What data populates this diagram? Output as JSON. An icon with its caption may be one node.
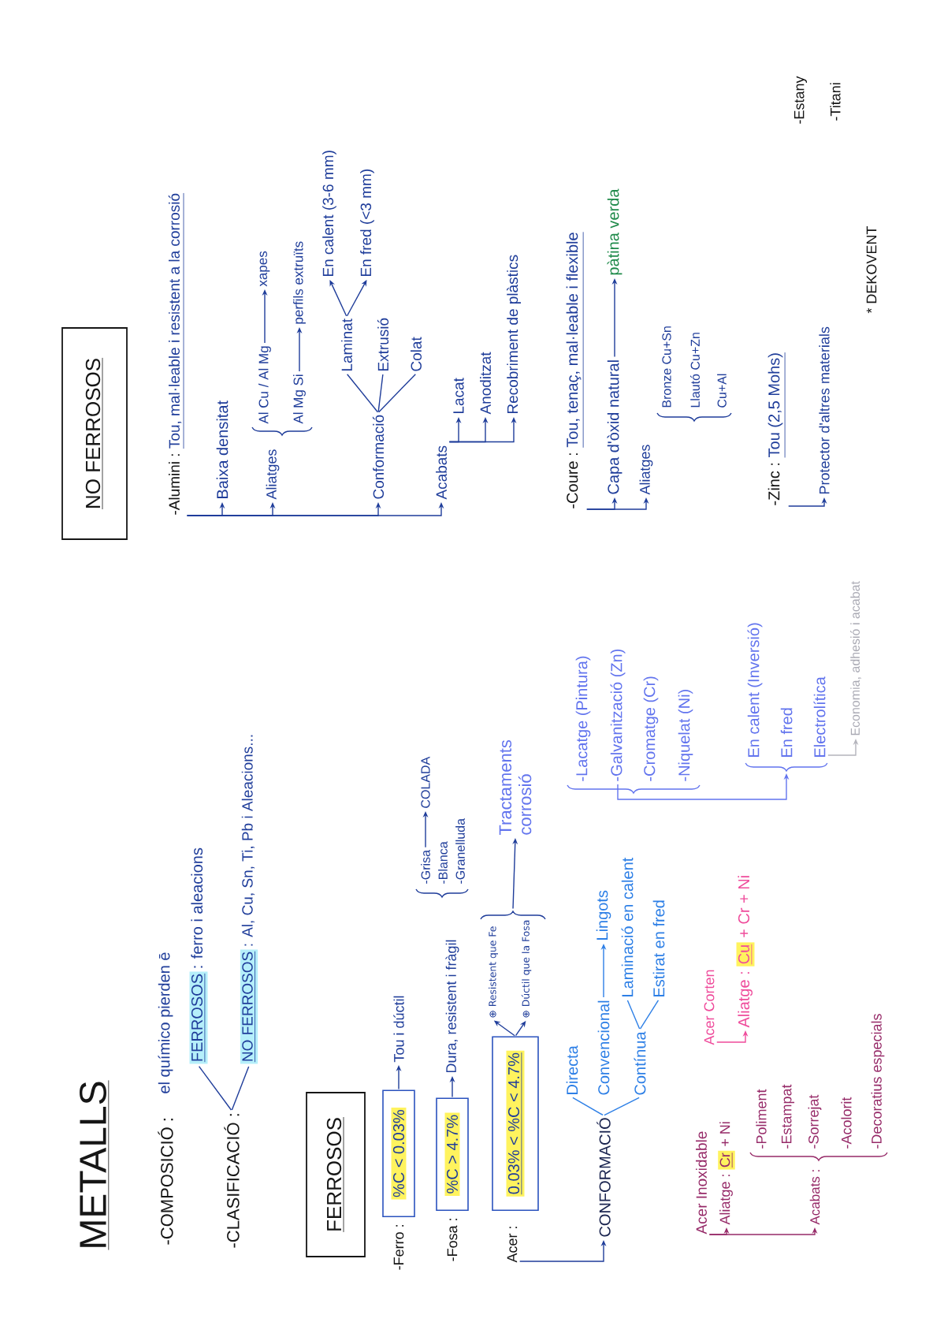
{
  "diagram": {
    "title": "METALLS",
    "nodes": [
      {
        "text": [
          "-CLASIFICACIÓ :"
        ]
      },
      {
        "text": [
          "FERROSOS",
          ": ferro i aleacions"
        ]
      },
      {
        "text": [
          "NO FERROSOS",
          ": Al, Cu, Sn, Ti, Pb i Aleacions..."
        ]
      },
      {
        "text": [
          "FERROSOS"
        ]
      },
      {
        "text": [
          "%C < 0.03%"
        ],
        "beside": [
          "-Ferro :"
        ]
      },
      {
        "text": [
          "Tou i dúctil"
        ]
      },
      {
        "text": [
          "%C > 4.7%"
        ],
        "beside": [
          "-Fosa :"
        ]
      },
      {
        "text": [
          "Dura, resistent i fràgil"
        ]
      },
      {
        "text": [
          "-Grisa"
        ]
      },
      {
        "text": [
          "COLADA"
        ]
      },
      {
        "text": [
          "Acer :"
        ]
      },
      {
        "text": [
          "0.03% < %C < 4.7%"
        ]
      },
      {
        "text": [
          "⊕ Resistent que Fe"
        ]
      },
      {
        "text": [
          "⊕ Dúctil que la Fosa"
        ]
      },
      {
        "text": [],
        "shape": "brace"
      },
      {
        "text": [
          "Tractaments corrosió"
        ]
      },
      {
        "text": [
          "-Galvanització (Zn)"
        ]
      },
      {
        "text": [
          "En calent (Inversió)",
          "En fred",
          "Electrolítica"
        ]
      },
      {
        "text": [
          "Economia, adhesió i acabat"
        ]
      },
      {
        "text": [
          "CONFORMACIÓ"
        ]
      },
      {
        "text": [
          "Directa"
        ]
      },
      {
        "text": [
          "Convencional"
        ]
      },
      {
        "text": [
          "Lingots"
        ]
      },
      {
        "text": [
          "Contínua"
        ]
      },
      {
        "text": [
          "Laminació en calent"
        ]
      },
      {
        "text": [
          "Estirat en fred"
        ]
      },
      {
        "text": [
          "Acer Corten"
        ]
      },
      {
        "text": [
          "Aliatge :",
          "Cu",
          "+ Cr + Ni"
        ]
      },
      {
        "text": [
          "Acer Inoxidable"
        ]
      },
      {
        "text": [
          "Aliatge :",
          "Cr",
          "+ Ni"
        ]
      },
      {
        "text": [
          "Acabats :"
        ]
      },
      {
        "text": [
          "NO FERROSOS"
        ]
      },
      {
        "text": [
          "-Alumini :",
          "Tou, mal·leable i resistent a la corrosió"
        ]
      },
      {
        "text": [
          "Baixa densitat"
        ]
      },
      {
        "text": [
          "Aliatges"
        ]
      },
      {
        "text": [
          "Al Cu / Al Mg"
        ]
      },
      {
        "text": [
          "xapes"
        ]
      },
      {
        "text": [
          "Al Mg Si"
        ]
      },
      {
        "text": [
          "perfils extruïts"
        ]
      },
      {
        "text": [
          "Conformació"
        ]
      },
      {
        "text": [
          "Laminat"
        ]
      },
      {
        "text": [
          "En calent (3-6 mm)"
        ]
      },
      {
        "text": [
          "En fred (<3 mm)"
        ]
      },
      {
        "text": [
          "Extrusió"
        ]
      },
      {
        "text": [
          "Colat"
        ]
      },
      {
        "text": [
          "Acabats"
        ]
      },
      {
        "text": [
          "Lacat"
        ]
      },
      {
        "text": [
          "Anoditzat"
        ]
      },
      {
        "text": [
          "Recobriment de plàstics"
        ]
      },
      {
        "text": [
          "-Coure :",
          "Tou, tenaç, mal·leable i flexible"
        ]
      },
      {
        "text": [
          "Capa d'òxid natural"
        ]
      },
      {
        "text": [
          "pàtina verda"
        ]
      },
      {
        "text": [
          "Aliatges"
        ]
      },
      {
        "text": [
          "-Zinc :",
          "Tou (2,5 Mohs)"
        ]
      },
      {
        "text": [
          "Protector d'altres materials"
        ]
      }
    ],
    "edges": [
      {
        "from": 0,
        "to": 1,
        "arrow": "none"
      },
      {
        "from": 0,
        "to": 2,
        "arrow": "none"
      },
      {
        "from": 4,
        "to": 5,
        "arrow": "to"
      },
      {
        "from": 6,
        "to": 7,
        "arrow": "to"
      },
      {
        "from": 8,
        "to": 9,
        "arrow": "to"
      },
      {
        "from": 11,
        "to": 12,
        "arrow": "to"
      },
      {
        "from": 11,
        "to": 13,
        "arrow": "to"
      },
      {
        "from": 14,
        "to": 15,
        "arrow": "to"
      },
      {
        "from": 10,
        "to": 19,
        "arrow": "to"
      },
      {
        "from": 16,
        "to": 17,
        "arrow": "to",
        "color": "#6274ee"
      },
      {
        "from": 17,
        "to": 18,
        "arrow": "to",
        "color": "#b4b4bc"
      },
      {
        "from": 19,
        "to": 20,
        "arrow": "none",
        "color": "#2d7fe6"
      },
      {
        "from": 19,
        "to": 23,
        "arrow": "none",
        "color": "#2d7fe6"
      },
      {
        "from": 21,
        "to": 22,
        "arrow": "to",
        "color": "#2d7fe6"
      },
      {
        "from": 23,
        "to": 24,
        "arrow": "none",
        "color": "#2d7fe6"
      },
      {
        "from": 23,
        "to": 25,
        "arrow": "none",
        "color": "#2d7fe6"
      },
      {
        "from": 26,
        "to": 27,
        "arrow": "to",
        "color": "#ef4b9b"
      },
      {
        "from": 28,
        "to": 29,
        "arrow": "to",
        "color": "#962a68"
      },
      {
        "from": 28,
        "to": 30,
        "arrow": "to",
        "color": "#962a68"
      },
      {
        "from": 32,
        "to": 33,
        "arrow": "to"
      },
      {
        "from": 32,
        "to": 34,
        "arrow": "to"
      },
      {
        "from": 32,
        "to": 39,
        "arrow": "to"
      },
      {
        "from": 32,
        "to": 45,
        "arrow": "to"
      },
      {
        "from": 35,
        "to": 36,
        "arrow": "to"
      },
      {
        "from": 37,
        "to": 38,
        "arrow": "to"
      },
      {
        "from": 39,
        "to": 40,
        "arrow": "none"
      },
      {
        "from": 39,
        "to": 43,
        "arrow": "none"
      },
      {
        "from": 39,
        "to": 44,
        "arrow": "none"
      },
      {
        "from": 40,
        "to": 41,
        "arrow": "to"
      },
      {
        "from": 40,
        "to": 42,
        "arrow": "to"
      },
      {
        "from": 45,
        "to": 46,
        "arrow": "to"
      },
      {
        "from": 45,
        "to": 47,
        "arrow": "to"
      },
      {
        "from": 45,
        "to": 48,
        "arrow": "to"
      },
      {
        "from": 49,
        "to": 50,
        "arrow": "to"
      },
      {
        "from": 49,
        "to": 52,
        "arrow": "to"
      },
      {
        "from": 50,
        "to": 51,
        "arrow": "to"
      },
      {
        "from": 53,
        "to": 54,
        "arrow": "to"
      }
    ],
    "labels": [
      "-COMPOSICIÓ :",
      "el químico pierden ē",
      "-Blanca",
      "-Granelluda",
      "-Lacatge (Pintura)",
      "-Cromatge (Cr)",
      "-Niquelat (Ni)",
      "-Poliment",
      "-Estampat",
      "-Sorrejat",
      "-Acolorit",
      "-Decoratius especials",
      "Bronze Cu+Sn",
      "Llautó Cu+Zn",
      "Cu+Al",
      "-Estany",
      "-Titani",
      "* DEKOVENT"
    ]
  }
}
